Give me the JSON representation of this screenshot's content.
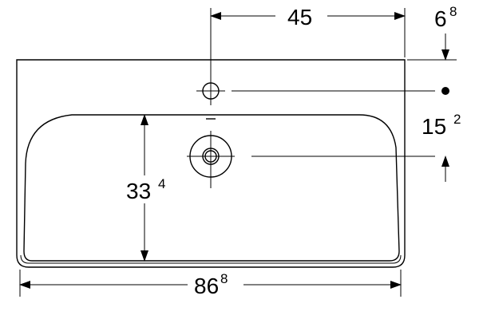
{
  "drawing": {
    "dims": {
      "top_width": {
        "main": "45",
        "sup": ""
      },
      "top_offset": {
        "main": "6",
        "sup": "8"
      },
      "overflow_offset": {
        "main": "15",
        "sup": "2"
      },
      "basin_depth": {
        "main": "33",
        "sup": "4"
      },
      "overall_width": {
        "main": "86",
        "sup": "8"
      }
    }
  }
}
